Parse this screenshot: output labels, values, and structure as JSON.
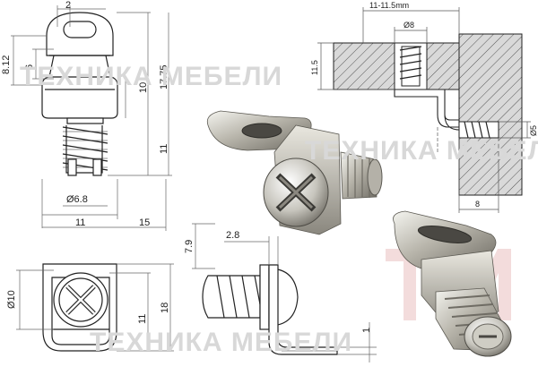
{
  "watermark": {
    "text": "ТЕХНИКА МЕБЕЛИ",
    "logo_letters": "ТМ"
  },
  "front_view": {
    "dimensions": {
      "top_offset": "2",
      "total_height": "8.12",
      "eye_height": "6",
      "body_height": "10",
      "overall_height": "17.75",
      "screw_length": "11",
      "screw_diameter": "Ø6.8",
      "base_width": "11",
      "overall_width": "15"
    }
  },
  "bottom_view": {
    "dimensions": {
      "head_diameter": "Ø10",
      "width_inner": "11",
      "width_outer": "18"
    }
  },
  "side_view": {
    "dimensions": {
      "height": "7.9",
      "offset": "2.8",
      "thickness": "1"
    }
  },
  "install_section": {
    "dimensions": {
      "board_thickness": "11-11.5mm",
      "hole_diameter": "Ø8",
      "depth": "11.5",
      "screw_diameter": "Ø5",
      "screw_depth": "8"
    }
  }
}
